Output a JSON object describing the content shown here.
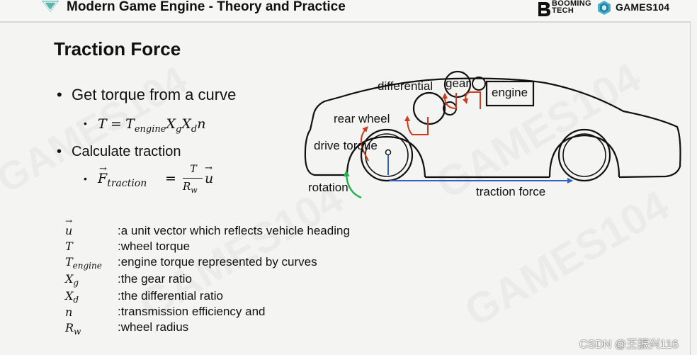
{
  "header": {
    "title": "Modern Game Engine - Theory and Practice",
    "booming_logo_text": [
      "BOOMING",
      "TECH"
    ],
    "games_logo_text": "GAMES104"
  },
  "slide": {
    "title": "Traction Force",
    "bullets": [
      {
        "text": "Get torque from a curve"
      },
      {
        "text": "Calculate traction"
      }
    ],
    "formulas": {
      "torque": {
        "lhs": "T",
        "eq": "=",
        "t": "T",
        "t_sub": "engine",
        "x": "X",
        "x_sub": "g",
        "x2": "X",
        "x2_sub": "d",
        "n": "n"
      },
      "traction": {
        "f": "F",
        "f_sub": "traction",
        "eq": "=",
        "num": "T",
        "den": "R",
        "den_sub": "w",
        "u": "u"
      }
    },
    "legend": [
      {
        "symbol": "u",
        "symbol_sub": "",
        "vector": true,
        "desc": ":a unit vector which reflects vehicle heading"
      },
      {
        "symbol": "T",
        "symbol_sub": "",
        "vector": false,
        "desc": ":wheel torque"
      },
      {
        "symbol": "T",
        "symbol_sub": "engine",
        "vector": false,
        "desc": ":engine torque represented by curves"
      },
      {
        "symbol": "X",
        "symbol_sub": "g",
        "vector": false,
        "desc": ":the gear ratio"
      },
      {
        "symbol": "X",
        "symbol_sub": "d",
        "vector": false,
        "desc": ":the differential ratio"
      },
      {
        "symbol": "n",
        "symbol_sub": "",
        "vector": false,
        "desc": ":transmission efficiency and"
      },
      {
        "symbol": "R",
        "symbol_sub": "w",
        "vector": false,
        "desc": ":wheel radius"
      }
    ]
  },
  "diagram": {
    "labels": {
      "differential": "differential",
      "gear": "gear",
      "engine": "engine",
      "rear_wheel": "rear wheel",
      "drive_torque": "drive torque",
      "rotation": "rotation",
      "traction_force": "traction force"
    },
    "colors": {
      "torque_arrow": "#d23a1e",
      "rotation_arrow": "#1fb14a",
      "traction_arrow": "#2f62c8"
    }
  },
  "watermark": {
    "csdn": "CSDN @王振兴116"
  }
}
